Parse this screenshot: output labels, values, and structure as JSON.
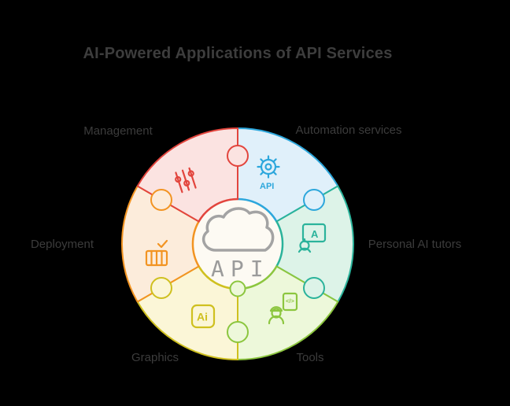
{
  "title": "AI-Powered Applications of API Services",
  "center": {
    "label": "API",
    "icon": "cloud-icon",
    "fill": "#fdfaf3",
    "icon_color": "#9b9b9b"
  },
  "segments": {
    "management": {
      "label": "Management",
      "icon": "sliders-icon",
      "fill": "#fbe3e1",
      "stroke": "#e2453d",
      "position": "top-left"
    },
    "automation": {
      "label": "Automation services",
      "icon": "gear-icon",
      "icon_text": "API",
      "fill": "#e0f0fa",
      "stroke": "#2da7dc",
      "position": "top-right"
    },
    "tutors": {
      "label": "Personal AI tutors",
      "icon": "robot-teacher-icon",
      "icon_text": "A",
      "fill": "#ddf3e8",
      "stroke": "#2bb39b",
      "position": "right"
    },
    "tools": {
      "label": "Tools",
      "icon": "engineer-code-icon",
      "icon_text": "</>",
      "fill": "#edf8da",
      "stroke": "#8cc63f",
      "position": "bottom-right"
    },
    "design": {
      "label": "Graphics",
      "icon": "ai-logo-icon",
      "icon_text": "Ai",
      "fill": "#fbf6d7",
      "stroke": "#cfc01f",
      "position": "bottom-left"
    },
    "deployment": {
      "label": "Deployment",
      "icon": "crate-check-icon",
      "fill": "#fcecdb",
      "stroke": "#f29422",
      "position": "left"
    }
  },
  "colors": {
    "background": "#000000",
    "title_text": "#3d3d3d",
    "label_text": "#3c3c3c"
  }
}
